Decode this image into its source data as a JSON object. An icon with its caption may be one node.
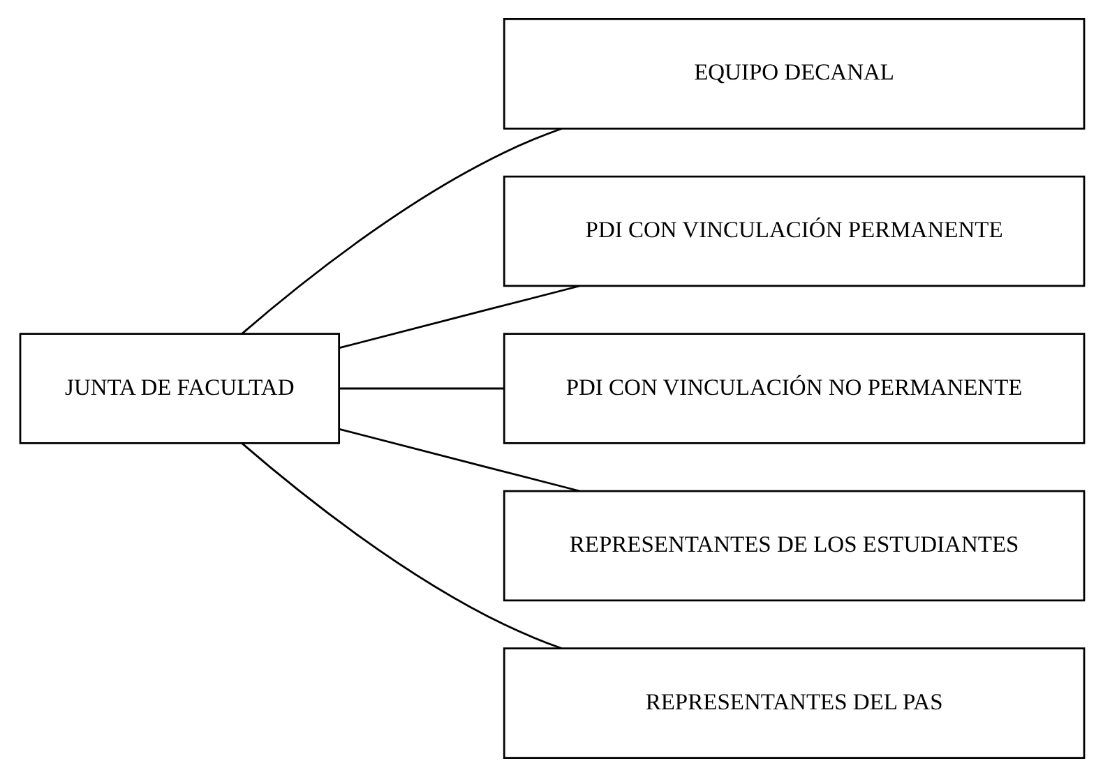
{
  "diagram": {
    "nodes": [
      {
        "text": [
          "JUNTA DE FACULTAD"
        ]
      },
      {
        "text": [
          "EQUIPO DECANAL"
        ]
      },
      {
        "text": [
          "PDI CON VINCULACIÓN PERMANENTE"
        ]
      },
      {
        "text": [
          "PDI CON VINCULACIÓN NO PERMANENTE"
        ]
      },
      {
        "text": [
          "REPRESENTANTES DE LOS ESTUDIANTES"
        ]
      },
      {
        "text": [
          "REPRESENTANTES DEL PAS"
        ]
      }
    ],
    "edges": [
      {
        "from": 0,
        "to": 1,
        "arrow": "none"
      },
      {
        "from": 0,
        "to": 2,
        "arrow": "none"
      },
      {
        "from": 0,
        "to": 3,
        "arrow": "none"
      },
      {
        "from": 0,
        "to": 4,
        "arrow": "none"
      },
      {
        "from": 0,
        "to": 5,
        "arrow": "none"
      }
    ]
  }
}
